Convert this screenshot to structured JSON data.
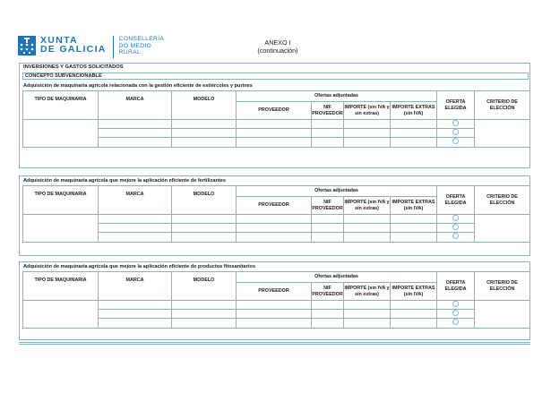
{
  "header": {
    "logo_line1": "XUNTA",
    "logo_line2": "DE GALICIA",
    "dept_line1": "CONSELLERÍA",
    "dept_line2": "DO MEDIO",
    "dept_line3": "RURAL",
    "annex_title": "ANEXO I",
    "annex_subtitle": "(continuación)",
    "brand_color": "#1f74b6"
  },
  "form": {
    "section_title": "INVERSIONES Y GASTOS SOLICITADOS",
    "concept_label": "CONCEPTO SUBVENCIONABLE",
    "columns": {
      "tipo": "TIPO DE MAQUINARIA",
      "marca": "MARCA",
      "modelo": "MODELO",
      "ofertas": "Ofertas adjuntadas",
      "proveedor": "PROVEEDOR",
      "nif": "NIF PROVEEDOR",
      "importe": "IMPORTE (sin IVA y sin extras)",
      "importe_extras": "IMPORTE EXTRAS (sin IVA)",
      "oferta_elegida": "OFERTA ELEGIDA",
      "criterio": "CRITERIO DE ELECCIÓN"
    },
    "blocks": [
      {
        "title": "Adquisición de maquinaria agrícola relacionada con la gestión eficiente de estiércoles y purines"
      },
      {
        "title": "Adquisición de maquinaria agrícola que mejore la aplicación eficiente de fertilizantes"
      },
      {
        "title": "Adquisición de maquinaria agrícola que mejore la aplicación eficiente de productos fitosanitarios"
      }
    ]
  }
}
